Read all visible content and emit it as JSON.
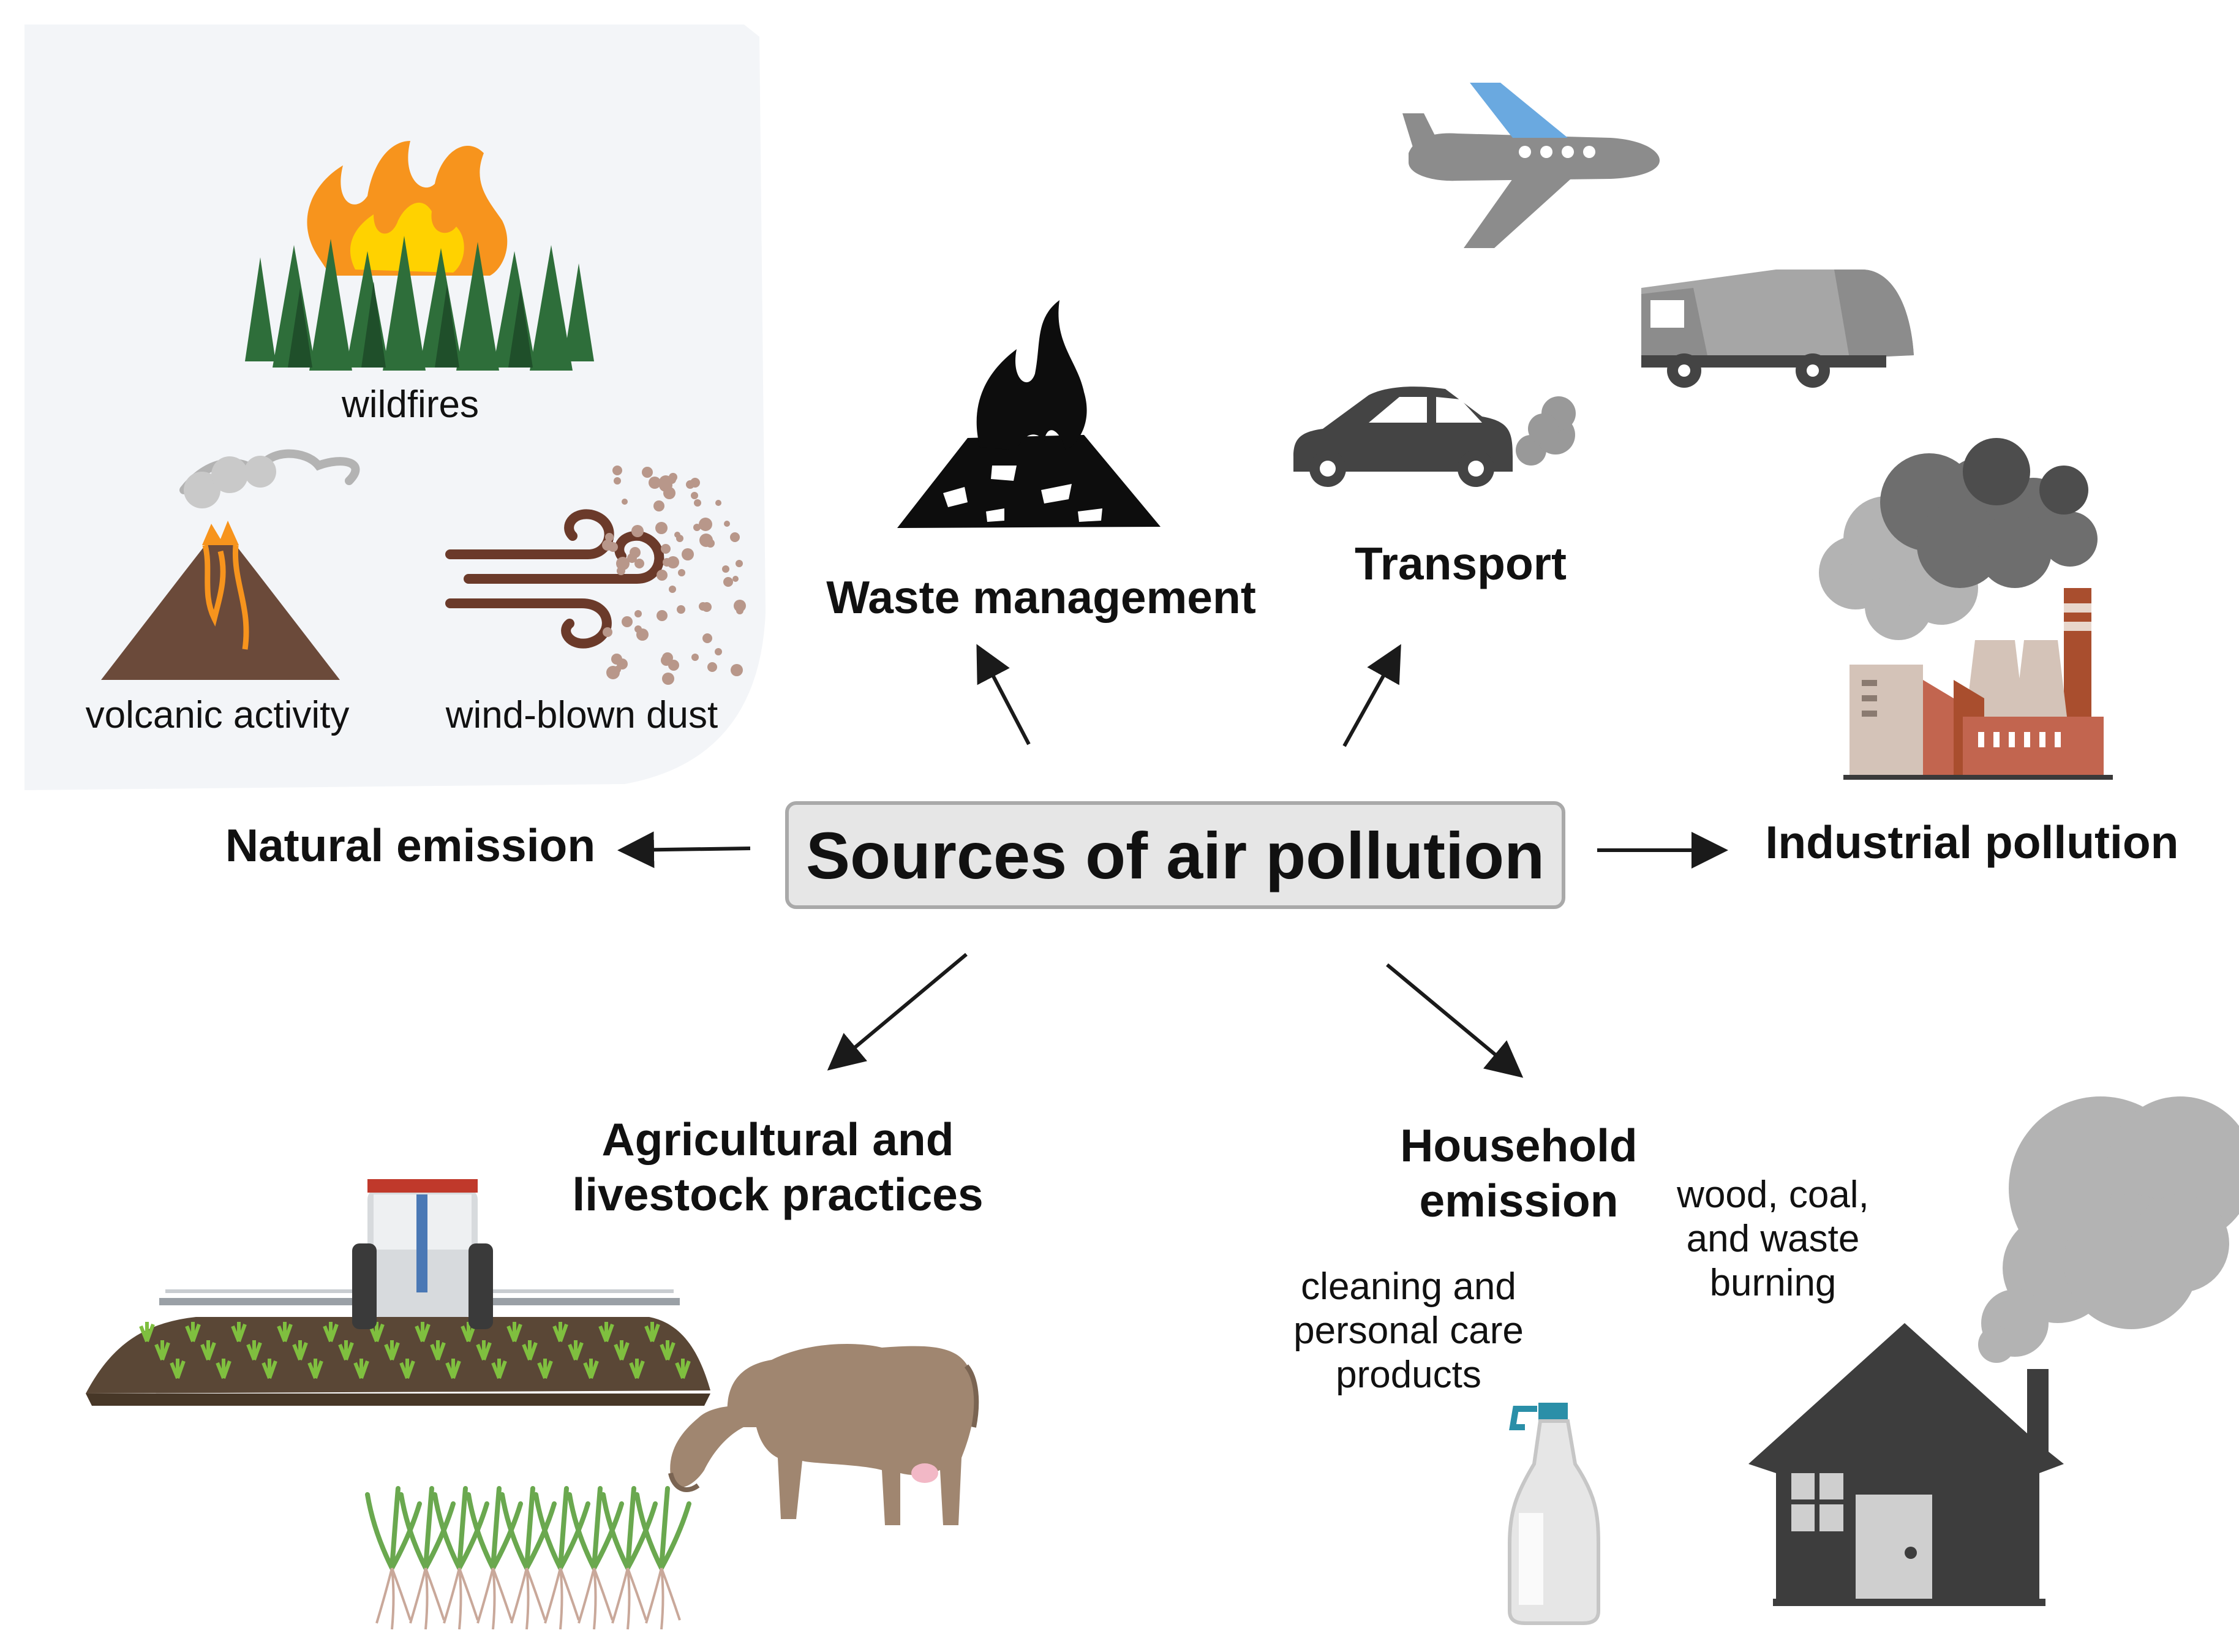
{
  "diagram": {
    "title": "Sources of air pollution",
    "categories": {
      "natural": "Natural emission",
      "waste": "Waste management",
      "transport": "Transport",
      "industrial": "Industrial pollution",
      "agricultural": [
        "Agricultural and",
        "livestock practices"
      ],
      "household": [
        "Household",
        "emission"
      ]
    },
    "natural_sources": {
      "wildfires": "wildfires",
      "volcanic": "volcanic activity",
      "dust": "wind-blown dust"
    },
    "household_sources": {
      "cleaning": [
        "cleaning and",
        "personal care",
        "products"
      ],
      "burning": [
        "wood, coal,",
        "and waste",
        "burning"
      ]
    }
  },
  "colors": {
    "arrow": "#1a1a1a",
    "panel": "#f3f5f8",
    "fire_orange": "#f7941d",
    "fire_yellow": "#ffd200",
    "tree_green": "#2e6e3a",
    "volcano_brown": "#6b4a3a",
    "dust_brown": "#6b3a2a",
    "vehicle_gray": "#8c8c8c",
    "dark_gray": "#444444",
    "house_gray": "#3d3d3d",
    "smoke_gray": "#b3b3b3",
    "cow_brown": "#a08670",
    "soil_brown": "#5a4736",
    "brick": "#c2654f",
    "plane_blue": "#6aa9e0"
  },
  "icons": [
    "forest-fire-icon",
    "volcano-icon",
    "wind-dust-icon",
    "waste-fire-icon",
    "airplane-icon",
    "garbage-truck-icon",
    "car-icon",
    "factory-icon",
    "tractor-field-icon",
    "cow-icon",
    "grass-icon",
    "spray-bottle-icon",
    "house-icon",
    "smoke-cloud-icon"
  ]
}
